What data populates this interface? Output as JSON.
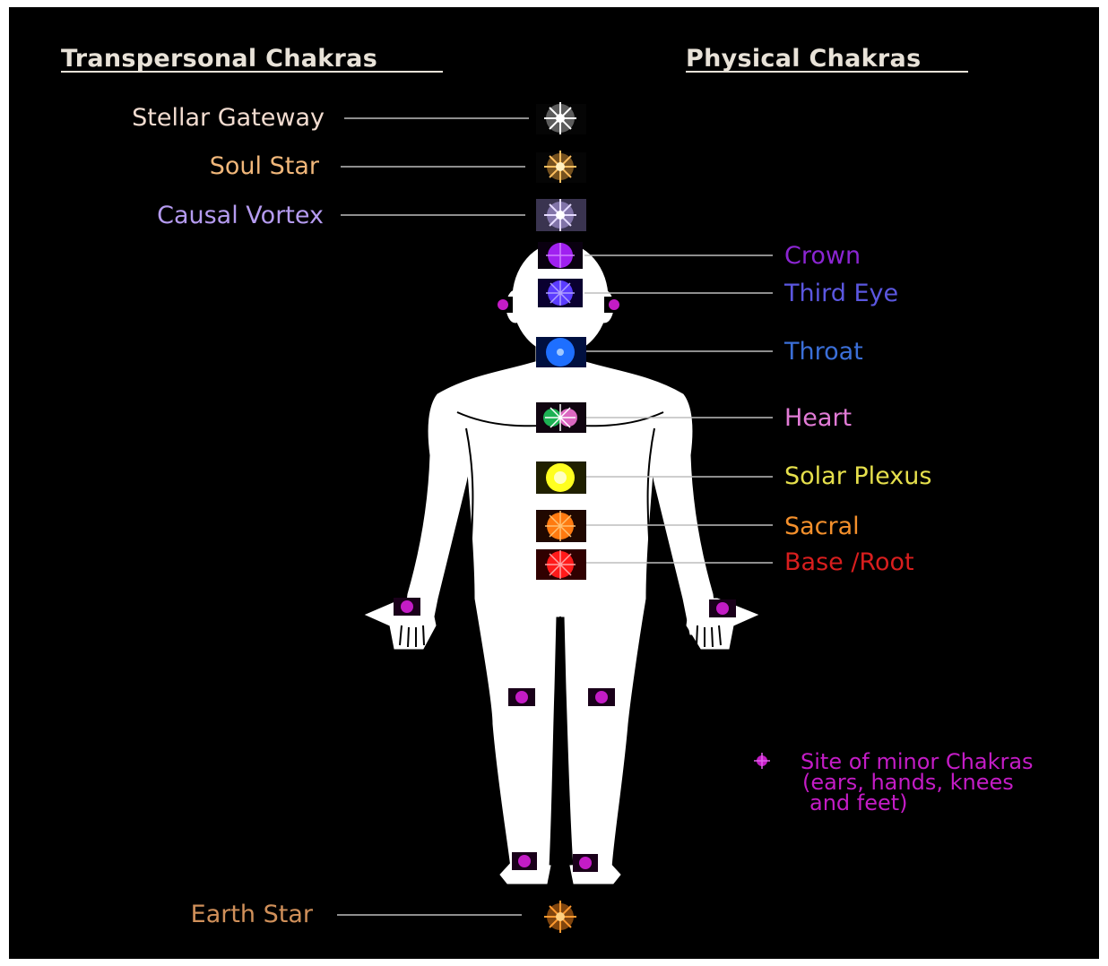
{
  "headings": {
    "transpersonal": "Transpersonal Chakras",
    "physical": "Physical Chakras"
  },
  "transpersonal_chakras": [
    {
      "label": "Stellar Gateway",
      "color": "#f2dcd0",
      "glow": "#ffffff"
    },
    {
      "label": "Soul Star",
      "color": "#f1b77a",
      "glow": "#ffb040"
    },
    {
      "label": "Causal Vortex",
      "color": "#b59bf0",
      "glow": "#c8b4ff"
    },
    {
      "label": "Earth Star",
      "color": "#d0905a",
      "glow": "#ff8a1c"
    }
  ],
  "physical_chakras": [
    {
      "label": "Crown",
      "color": "#8b25d2",
      "glow": "#a020f0"
    },
    {
      "label": "Third Eye",
      "color": "#5b57e0",
      "glow": "#5b3cff"
    },
    {
      "label": "Throat",
      "color": "#3b6fd8",
      "glow": "#1e6fff"
    },
    {
      "label": "Heart",
      "color": "#e27bd6",
      "glow": "#ff7ae0"
    },
    {
      "label": "Solar Plexus",
      "color": "#e6e04c",
      "glow": "#ffff20"
    },
    {
      "label": "Sacral",
      "color": "#f4902c",
      "glow": "#ff7a10"
    },
    {
      "label": "Base /Root",
      "color": "#d81e1e",
      "glow": "#ff1a1a"
    }
  ],
  "legend": {
    "line1": "Site of minor Chakras",
    "line2": "(ears, hands, knees",
    "line3": "and feet)",
    "color": "#c41cc6"
  }
}
